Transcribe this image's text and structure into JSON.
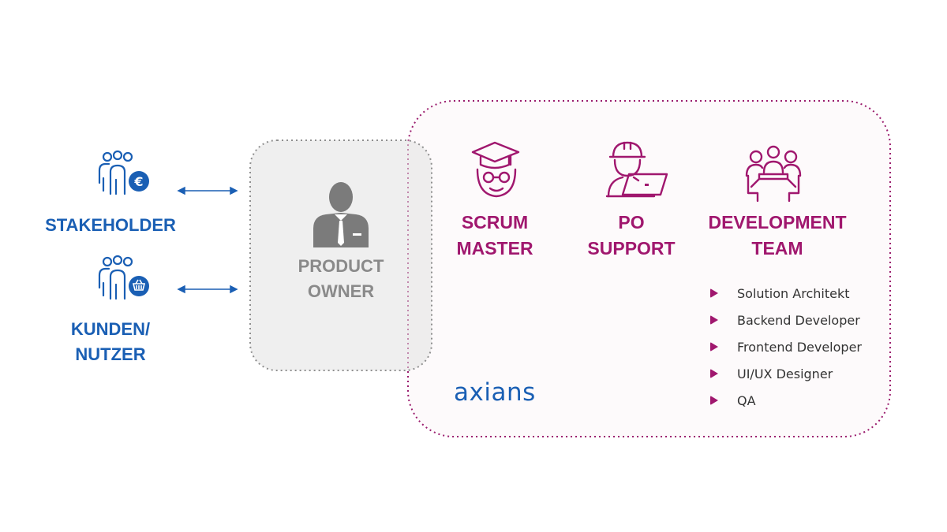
{
  "stakeholder": {
    "line1": "STAKEHOLDER"
  },
  "kunden": {
    "line1": "KUNDEN/",
    "line2": "NUTZER"
  },
  "product_owner": {
    "line1": "PRODUCT",
    "line2": "OWNER"
  },
  "scrum_master": {
    "line1": "SCRUM",
    "line2": "MASTER"
  },
  "po_support": {
    "line1": "PO",
    "line2": "SUPPORT"
  },
  "dev_team": {
    "line1": "DEVELOPMENT",
    "line2": "TEAM",
    "roles": [
      "Solution Architekt",
      "Backend Developer",
      "Frontend Developer",
      "UI/UX Designer",
      "QA"
    ]
  },
  "logo": {
    "text": "axians"
  },
  "icons": {
    "stakeholder": "stakeholder-euro-icon",
    "kunden": "customer-basket-icon",
    "product_owner": "businessman-icon",
    "scrum_master": "graduate-with-glasses-icon",
    "po_support": "worker-with-laptop-icon",
    "dev_team": "team-meeting-icon"
  },
  "colors": {
    "blue": "#1a5fb4",
    "gray": "#8a8a8a",
    "magenta": "#a0176e"
  }
}
